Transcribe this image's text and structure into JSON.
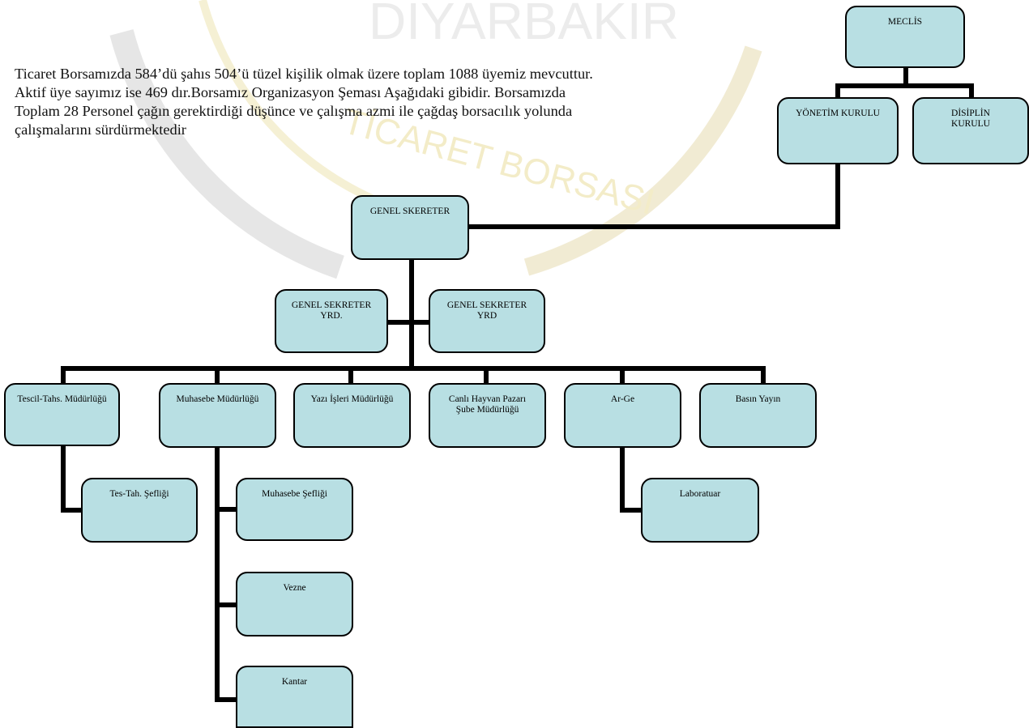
{
  "intro": {
    "line1": "Ticaret Borsamızda 584’dü şahıs 504’ü tüzel kişilik olmak üzere toplam 1088 üyemiz mevcuttur.",
    "line2": "Aktif üye sayımız ise  469 dır.Borsamız Organizasyon Şeması Aşağıdaki gibidir. Borsamızda",
    "line3": "Toplam 28 Personel çağın gerektirdiği düşünce ve çalışma azmi ile çağdaş borsacılık yolunda",
    "line4": "çalışmalarını sürdürmektedir"
  },
  "watermark": {
    "text": "DIYARBAKIR",
    "text2": "TİCARET BORSASI"
  },
  "org": {
    "meclis": "MECLİS",
    "yonetim": "YÖNETİM KURULU",
    "disiplin1": "DİSİPLİN",
    "disiplin2": "KURULU",
    "genel_sekreter": "GENEL SKERETER",
    "yrd_left1": "GENEL SEKRETER",
    "yrd_left2": "YRD.",
    "yrd_right1": "GENEL SEKRETER",
    "yrd_right2": "YRD",
    "tescil": "Tescil-Tahs. Müdürlüğü",
    "muhasebe": "Muhasebe Müdürlüğü",
    "yazi": "Yazı İşleri Müdürlüğü",
    "canli1": "Canlı Hayvan Pazarı",
    "canli2": "Şube Müdürlüğü",
    "arge": "Ar-Ge",
    "basin": "Basın Yayın",
    "testah": "Tes-Tah. Şefliği",
    "muh_sef": "Muhasebe Şefliği",
    "vezne": "Vezne",
    "kantar": "Kantar",
    "lab": "Laboratuar"
  }
}
